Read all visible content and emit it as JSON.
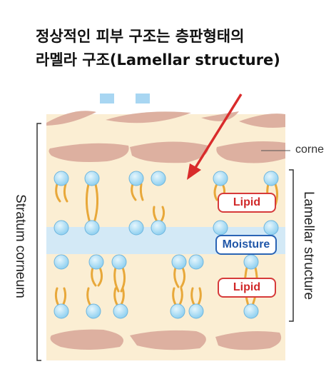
{
  "title": {
    "line1": "정상적인 피부 구조는 층판형태의",
    "line2": "라멜라 구조(Lamellar structure)"
  },
  "labels": {
    "stratum": "Stratum corneum",
    "lamellar": "Lamellar structure",
    "corne": "corne",
    "lipid_top": "Lipid",
    "moisture": "Moisture",
    "lipid_bottom": "Lipid"
  },
  "colors": {
    "background_band": "#fbeed3",
    "corneocyte": "#ddb0a0",
    "moisture_band": "#d3e9f6",
    "lipid_head": "#8fd0f0",
    "lipid_tail": "#e8a83a",
    "arrow": "#d92b2b"
  }
}
